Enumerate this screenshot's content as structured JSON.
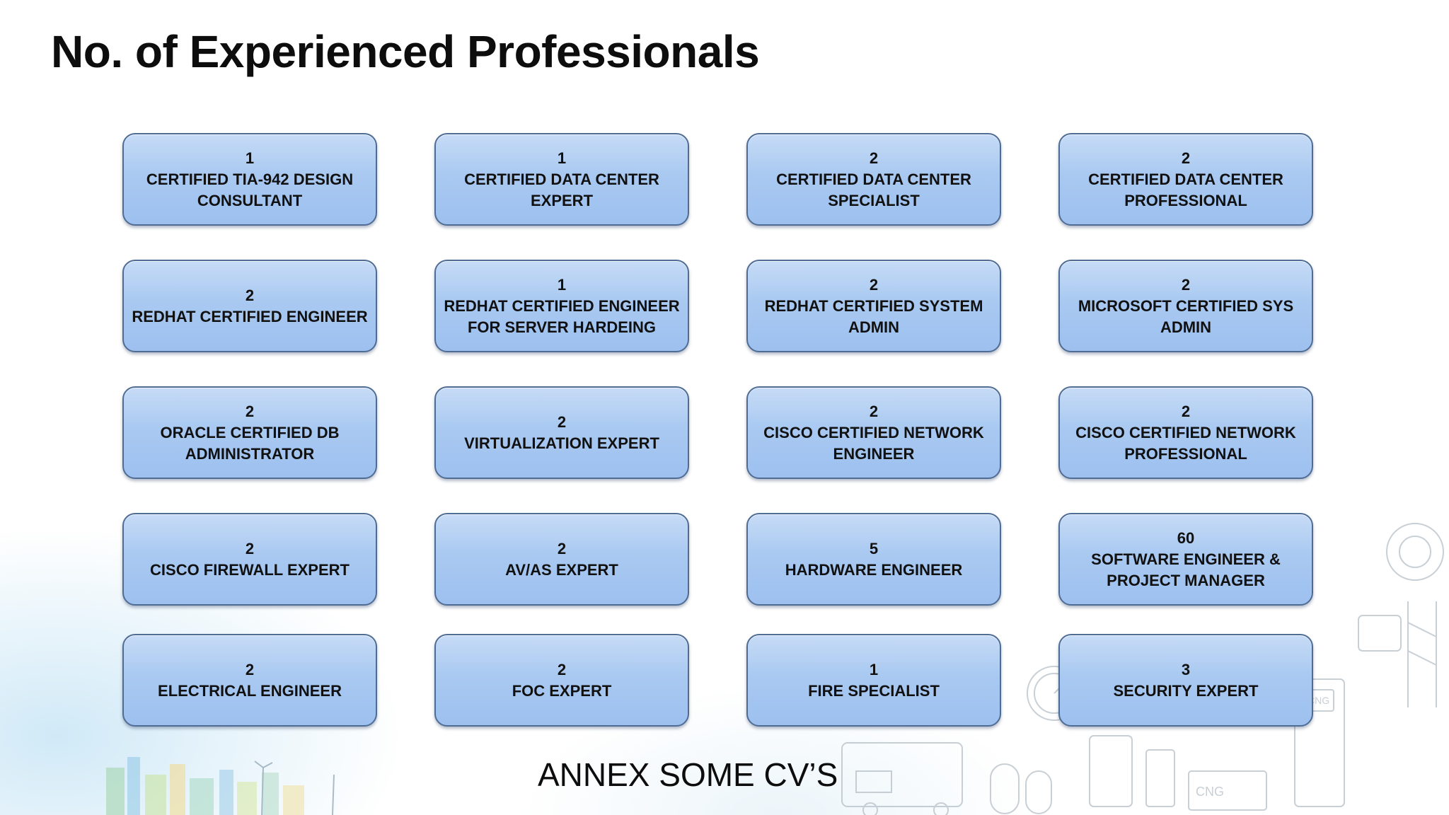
{
  "title": "No. of Experienced Professionals",
  "cards": [
    {
      "count": "1",
      "role": "CERTIFIED TIA-942 DESIGN CONSULTANT"
    },
    {
      "count": "1",
      "role": "CERTIFIED DATA CENTER EXPERT"
    },
    {
      "count": "2",
      "role": "CERTIFIED DATA CENTER SPECIALIST"
    },
    {
      "count": "2",
      "role": "CERTIFIED DATA CENTER PROFESSIONAL"
    },
    {
      "count": "2",
      "role": "REDHAT CERTIFIED ENGINEER"
    },
    {
      "count": "1",
      "role": "REDHAT CERTIFIED ENGINEER FOR SERVER HARDEING"
    },
    {
      "count": "2",
      "role": "REDHAT CERTIFIED SYSTEM ADMIN"
    },
    {
      "count": "2",
      "role": "MICROSOFT CERTIFIED SYS ADMIN"
    },
    {
      "count": "2",
      "role": "ORACLE CERTIFIED DB ADMINISTRATOR"
    },
    {
      "count": "2",
      "role": "VIRTUALIZATION EXPERT"
    },
    {
      "count": "2",
      "role": "CISCO CERTIFIED NETWORK ENGINEER"
    },
    {
      "count": "2",
      "role": "CISCO CERTIFIED NETWORK PROFESSIONAL"
    },
    {
      "count": "2",
      "role": "CISCO FIREWALL EXPERT"
    },
    {
      "count": "2",
      "role": "AV/AS EXPERT"
    },
    {
      "count": "5",
      "role": "HARDWARE ENGINEER"
    },
    {
      "count": "60",
      "role": "SOFTWARE ENGINEER & PROJECT MANAGER"
    },
    {
      "count": "2",
      "role": "ELECTRICAL ENGINEER"
    },
    {
      "count": "2",
      "role": "FOC EXPERT"
    },
    {
      "count": "1",
      "role": "FIRE SPECIALIST"
    },
    {
      "count": "3",
      "role": "SECURITY EXPERT"
    }
  ],
  "footer": {
    "link_text": "ANNEX SOME CV’S"
  },
  "background": {
    "art_labels": [
      "CNG",
      "CNG"
    ]
  },
  "colors": {
    "card_fill": "#a9c9f1",
    "card_border": "#4f6c95",
    "text": "#111111"
  }
}
